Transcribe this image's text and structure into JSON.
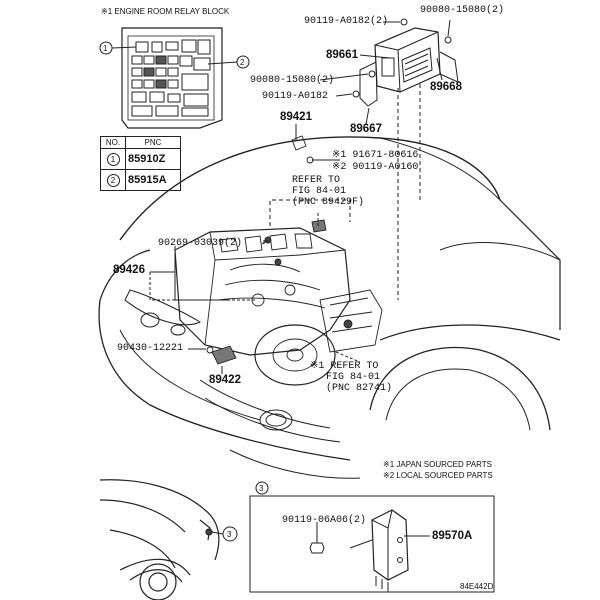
{
  "relay_block": {
    "title": "※1  ENGINE ROOM RELAY BLOCK",
    "callouts": [
      "1",
      "2"
    ]
  },
  "pnc_table": {
    "headers": [
      "NO.",
      "PNC"
    ],
    "rows": [
      {
        "no": "1",
        "pnc": "85910Z"
      },
      {
        "no": "2",
        "pnc": "85915A"
      }
    ]
  },
  "part_labels": {
    "p90119_a0182_2": "90119-A0182(2)",
    "p90080_15080_2_top": "90080-15080(2)",
    "p89661": "89661",
    "p89668": "89668",
    "p90080_15080_2_mid": "90080-15080(2)",
    "p90119_a0182": "90119-A0182",
    "p89667": "89667",
    "p89421": "89421",
    "p91671_80616": "※1 91671-80616",
    "p90119_a0160": "※2 90119-A0160",
    "refer1_line1": "REFER TO",
    "refer1_line2": "FIG 84-01",
    "refer1_line3": "(PNC 89429F)",
    "p90269_03039_2": "90269-03039(2)",
    "p89426": "89426",
    "p90430_12221": "90430-12221",
    "p89422": "89422",
    "refer2_line1": "※1 REFER TO",
    "refer2_line2": "FIG 84-01",
    "refer2_line3": "(PNC 82741)",
    "p90119_06a06_2": "90119-06A06(2)",
    "p89570a": "89570A"
  },
  "notes": {
    "japan": "※1  JAPAN SOURCED PARTS",
    "local": "※2  LOCAL SOURCED PARTS"
  },
  "detail_callouts": {
    "three_top": "3",
    "three_side": "3"
  },
  "figure_code": "84E442D"
}
